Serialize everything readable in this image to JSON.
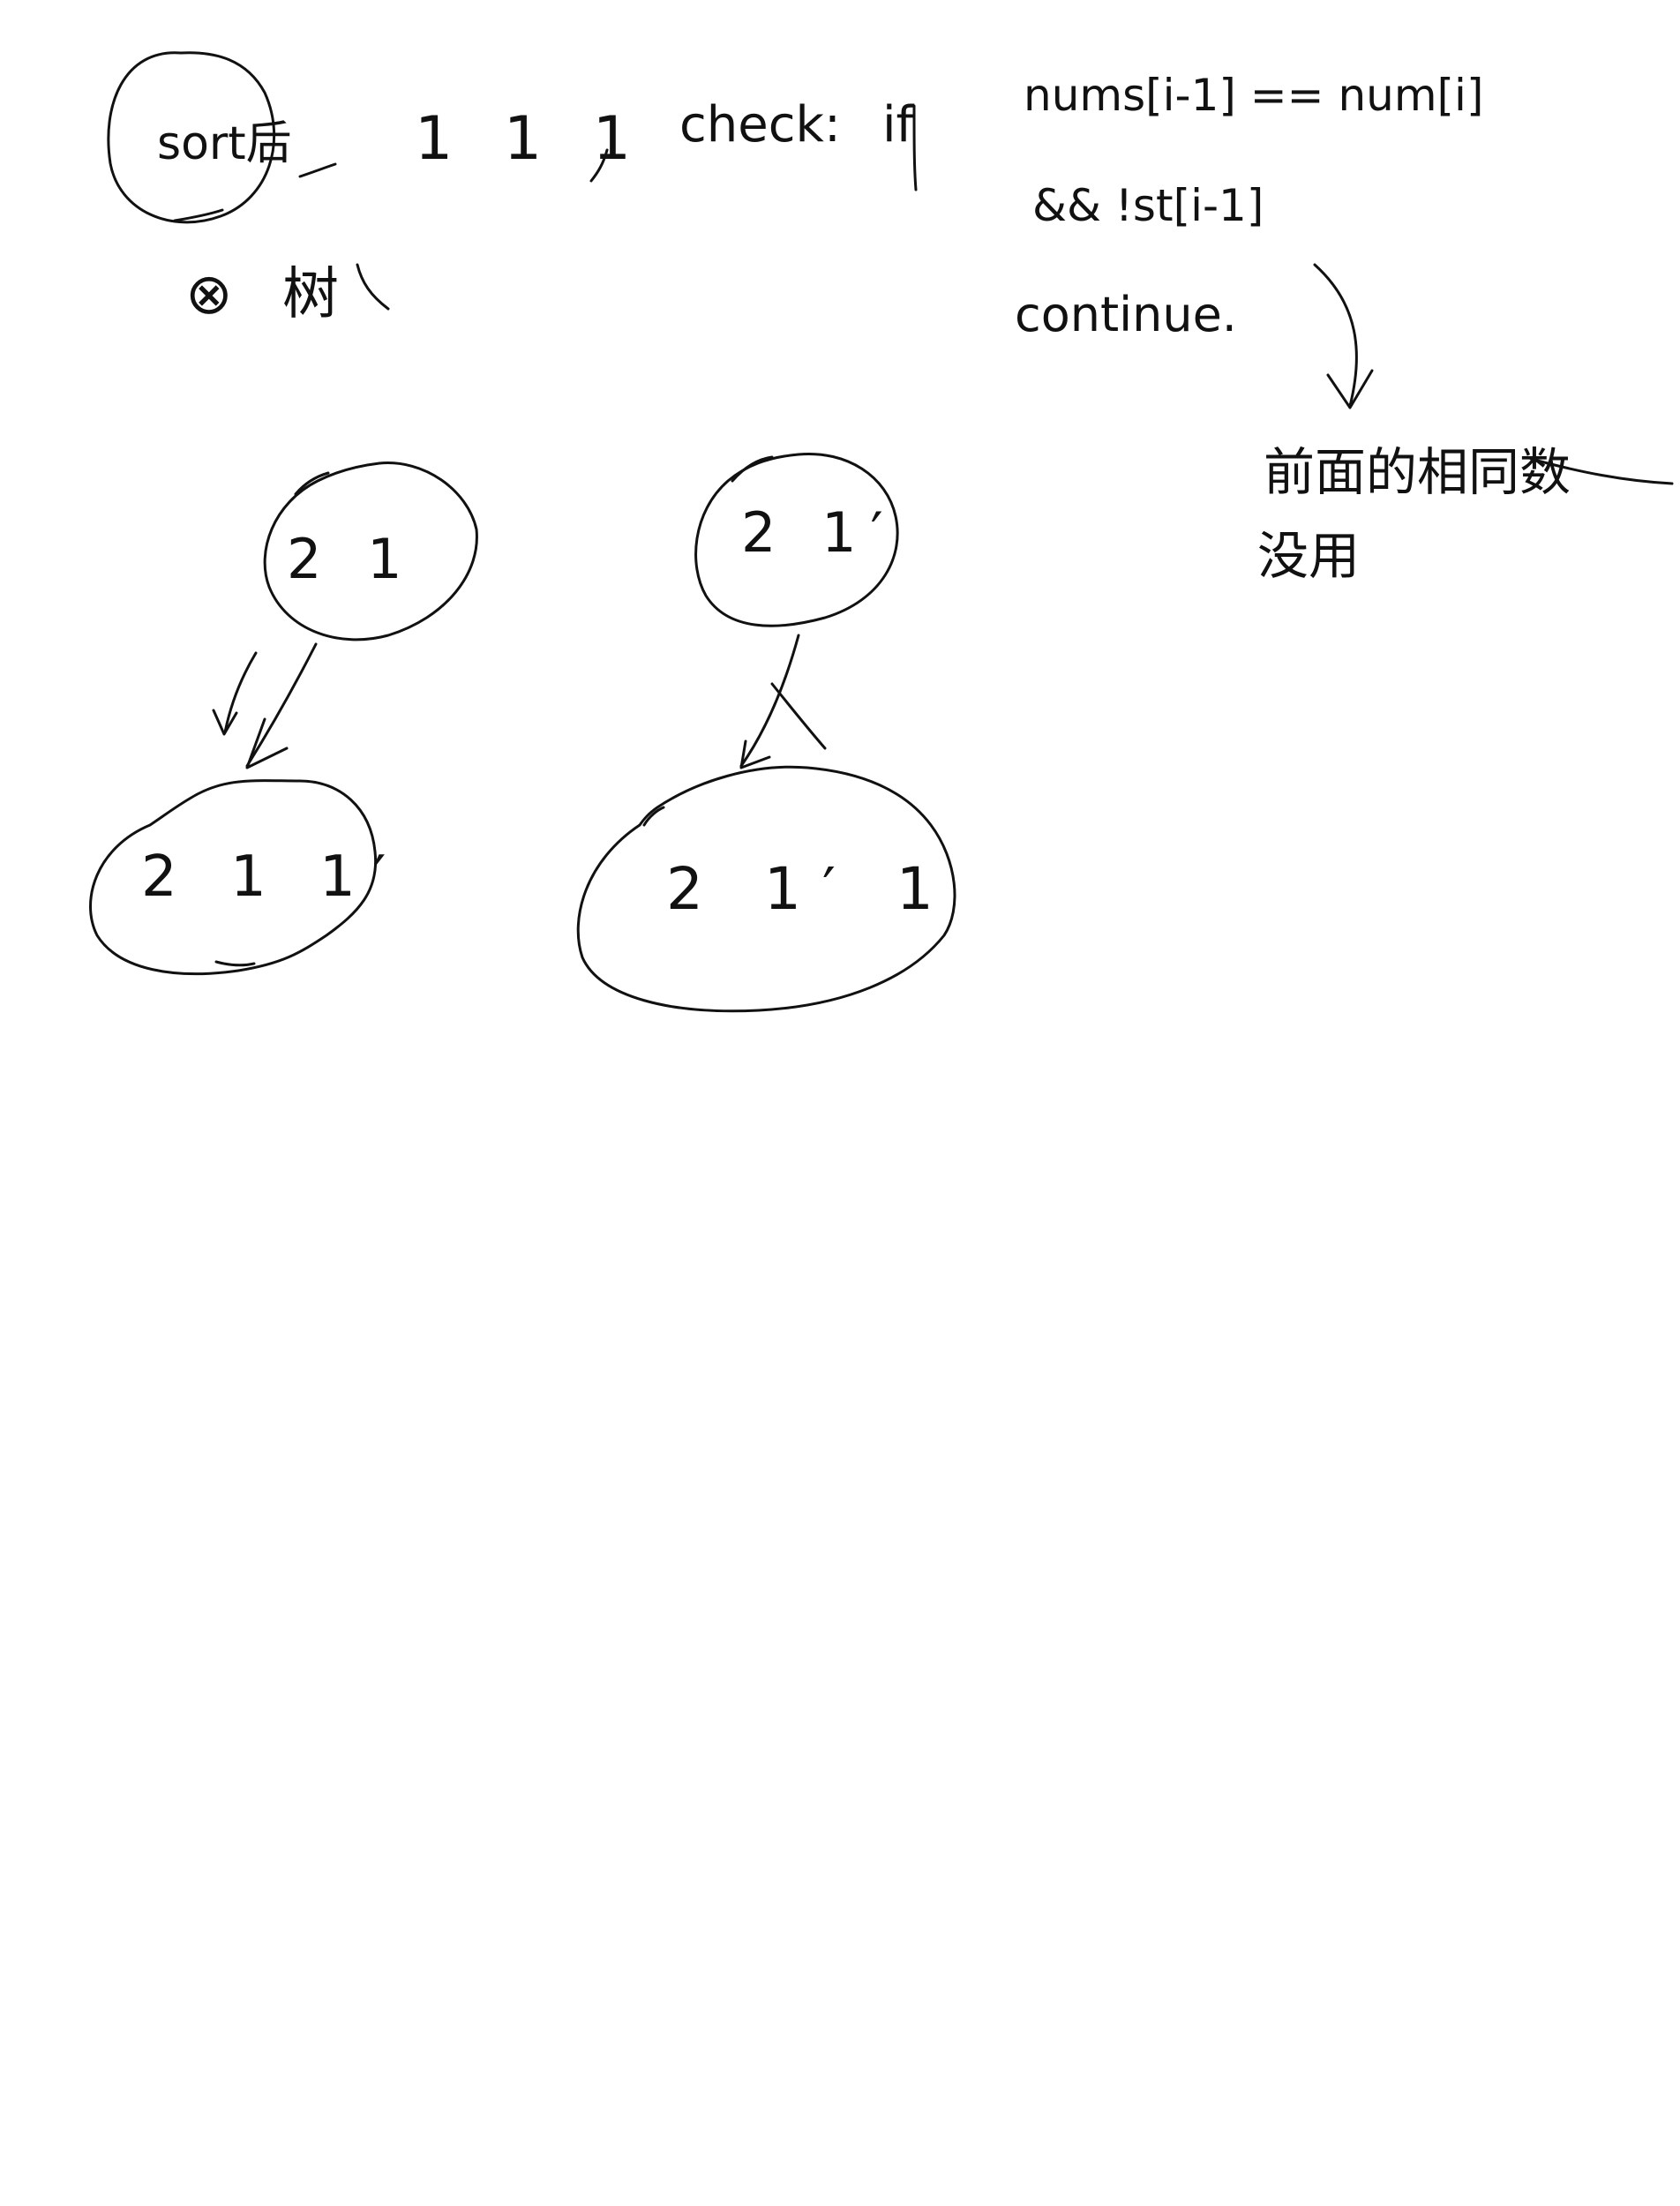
{
  "page": {
    "background": "#ffffff",
    "ink_color": "#111111"
  },
  "notes": {
    "sort_label": "sort后",
    "circled_symbol": "⊗",
    "handwritten_phrase": "树",
    "ones_row": "1 1 1",
    "check_label": "check:",
    "if_label": "if",
    "condition_line1": "nums[i-1] == num[i]",
    "condition_line2": "&& !st[i-1]",
    "action": "continue.",
    "annotation_line1": "前面的相同数",
    "annotation_line2": "没用"
  },
  "tree_left": {
    "parent_label": "2 1",
    "child_label": "2 1 1′",
    "edge": "arrow"
  },
  "tree_right": {
    "parent_label": "2 1′",
    "child_label": "2 1′ 1",
    "edge": "crossed"
  }
}
